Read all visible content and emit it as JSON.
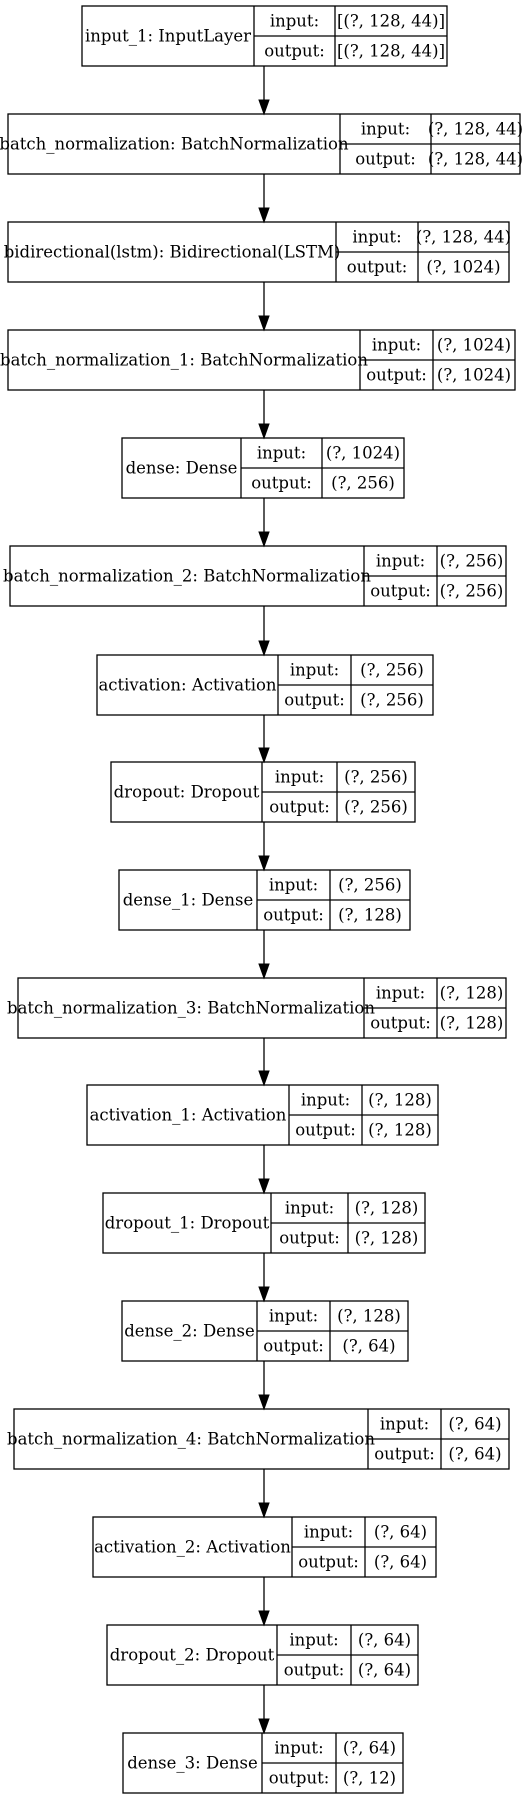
{
  "port_labels": {
    "input": "input:",
    "output": "output:"
  },
  "layers": [
    {
      "name": "input_1: InputLayer",
      "input": "[(?, 128, 44)]",
      "output": "[(?, 128, 44)]"
    },
    {
      "name": "batch_normalization: BatchNormalization",
      "input": "(?, 128, 44)",
      "output": "(?, 128, 44)"
    },
    {
      "name": "bidirectional(lstm): Bidirectional(LSTM)",
      "input": "(?, 128, 44)",
      "output": "(?, 1024)"
    },
    {
      "name": "batch_normalization_1: BatchNormalization",
      "input": "(?, 1024)",
      "output": "(?, 1024)"
    },
    {
      "name": "dense: Dense",
      "input": "(?, 1024)",
      "output": "(?, 256)"
    },
    {
      "name": "batch_normalization_2: BatchNormalization",
      "input": "(?, 256)",
      "output": "(?, 256)"
    },
    {
      "name": "activation: Activation",
      "input": "(?, 256)",
      "output": "(?, 256)"
    },
    {
      "name": "dropout: Dropout",
      "input": "(?, 256)",
      "output": "(?, 256)"
    },
    {
      "name": "dense_1: Dense",
      "input": "(?, 256)",
      "output": "(?, 128)"
    },
    {
      "name": "batch_normalization_3: BatchNormalization",
      "input": "(?, 128)",
      "output": "(?, 128)"
    },
    {
      "name": "activation_1: Activation",
      "input": "(?, 128)",
      "output": "(?, 128)"
    },
    {
      "name": "dropout_1: Dropout",
      "input": "(?, 128)",
      "output": "(?, 128)"
    },
    {
      "name": "dense_2: Dense",
      "input": "(?, 128)",
      "output": "(?, 64)"
    },
    {
      "name": "batch_normalization_4: BatchNormalization",
      "input": "(?, 64)",
      "output": "(?, 64)"
    },
    {
      "name": "activation_2: Activation",
      "input": "(?, 64)",
      "output": "(?, 64)"
    },
    {
      "name": "dropout_2: Dropout",
      "input": "(?, 64)",
      "output": "(?, 64)"
    },
    {
      "name": "dense_3: Dense",
      "input": "(?, 64)",
      "output": "(?, 12)"
    }
  ],
  "colors": {
    "stroke": "#000000",
    "text": "#000000",
    "background": "#ffffff"
  }
}
